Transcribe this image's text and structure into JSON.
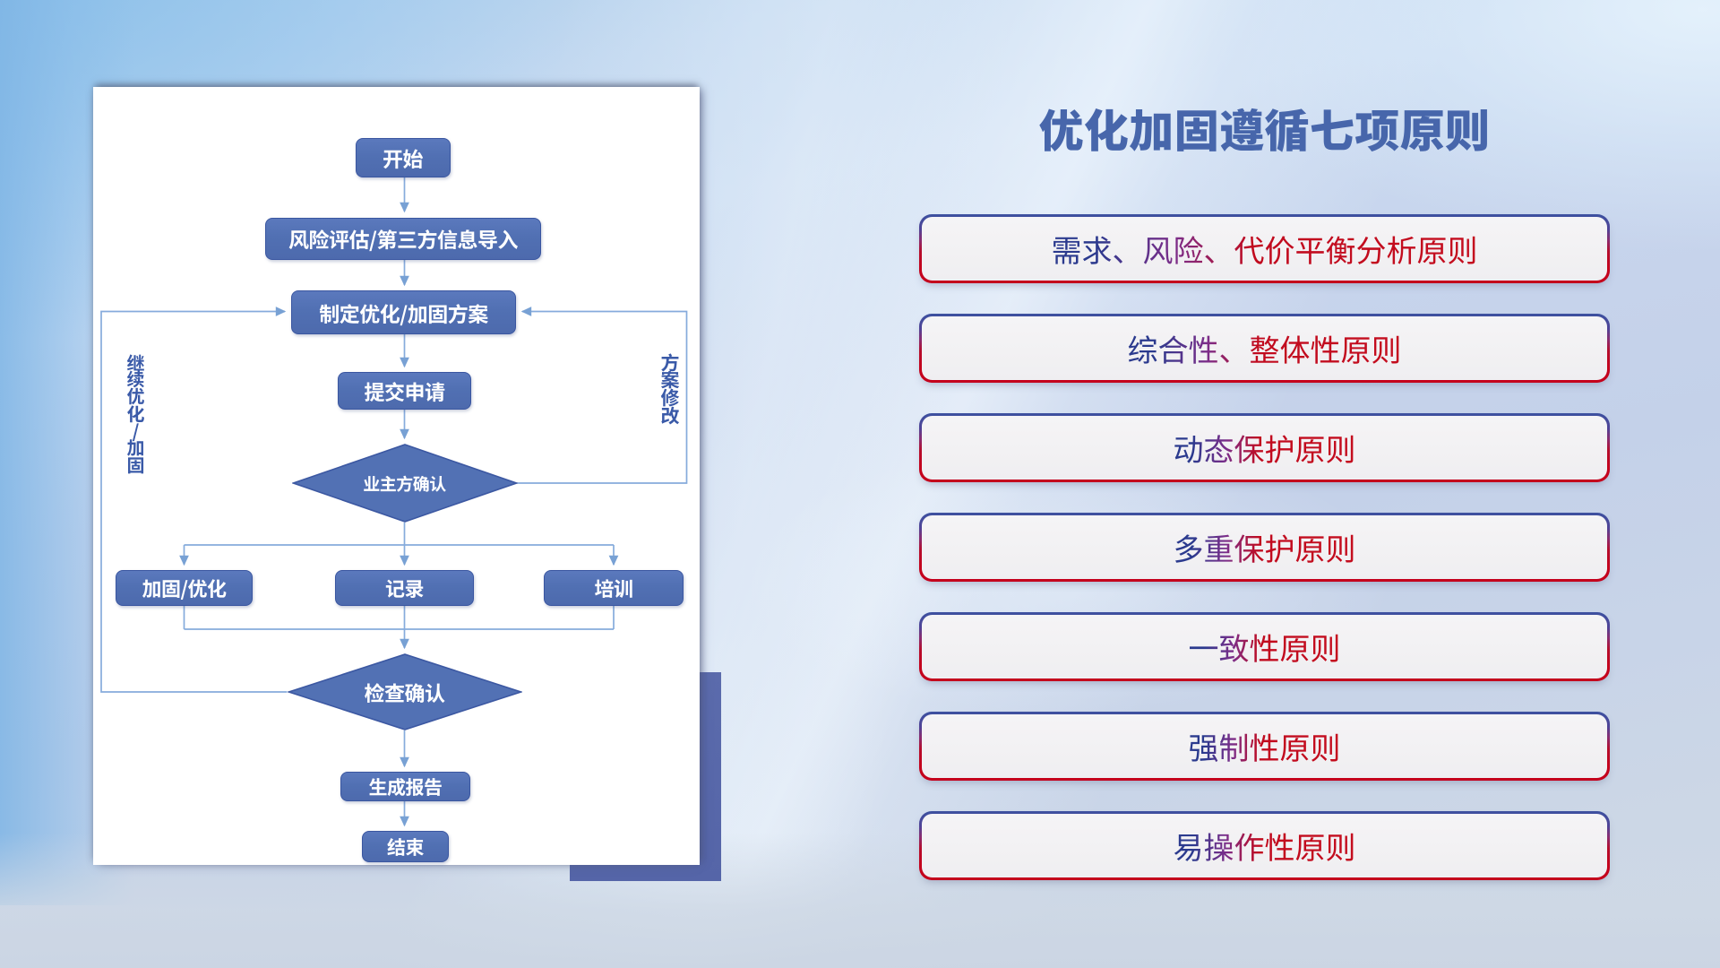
{
  "slide": {
    "title": "优化加固遵循七项原则"
  },
  "flowchart": {
    "nodes": {
      "start": "开始",
      "risk_assessment": "风险评估/第三方信息导入",
      "make_plan": "制定优化/加固方案",
      "submit_request": "提交申请",
      "owner_confirm": "业主方确认",
      "reinforce_optimize": "加固/优化",
      "record": "记录",
      "training": "培训",
      "check_confirm": "检查确认",
      "generate_report": "生成报告",
      "end": "结束"
    },
    "edge_labels": {
      "continue_loop": "继续优化/加固",
      "revise_plan": "方案修改"
    }
  },
  "principles": [
    {
      "label": "需求、风险、代价平衡分析原则"
    },
    {
      "label": "综合性、整体性原则"
    },
    {
      "label": "动态保护原则"
    },
    {
      "label": "多重保护原则"
    },
    {
      "label": "一致性原则"
    },
    {
      "label": "强制性原则"
    },
    {
      "label": "易操作性原则"
    }
  ],
  "colors": {
    "background_base": "#c7d4ec",
    "flow_node_fill": "#5170b3",
    "flow_node_border": "#3c58a2",
    "connector": "#86abdc",
    "title_text": "#4766ab",
    "card_fill": "#f2f1f3",
    "card_border_top": "#3c51a0",
    "card_border_bottom": "#c4001c",
    "principle_text_start": "#2b3a8e",
    "principle_text_end": "#c20a1c",
    "deco_rect": "#5565a8"
  }
}
